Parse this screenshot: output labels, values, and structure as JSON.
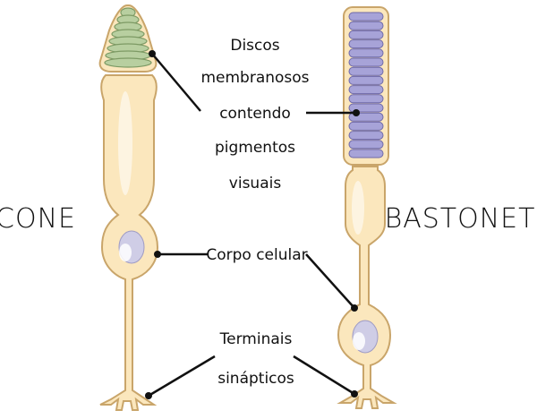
{
  "colors": {
    "cell_fill": "#fbe7bd",
    "cell_stroke": "#c9a56a",
    "cone_disc_fill": "#b8cfa0",
    "cone_disc_stroke": "#7d9a64",
    "rod_disc_fill": "#a7a3d8",
    "rod_disc_stroke": "#6f6aa8",
    "nucleus_fill": "#cfcde6",
    "leader": "#111111"
  },
  "labels": {
    "cone_title": "CONE",
    "rod_title": "BASTONETE",
    "discs_line1": "Discos",
    "discs_line2": "membranosos",
    "discs_line3": "contendo",
    "discs_line4": "pigmentos",
    "discs_line5": "visuais",
    "cell_body": "Corpo celular",
    "terminals_line1": "Terminais",
    "terminals_line2": "sinápticos"
  }
}
